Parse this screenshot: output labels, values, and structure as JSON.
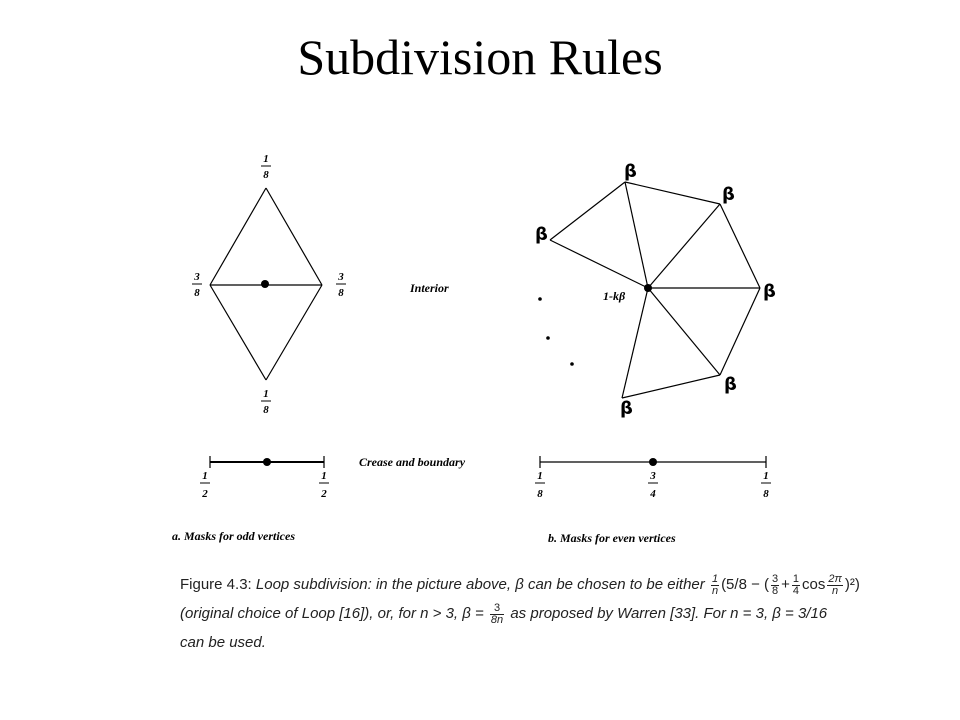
{
  "title": "Subdivision Rules",
  "labels": {
    "interior": "Interior",
    "crease": "Crease and boundary",
    "odd_caption": "a.  Masks for odd vertices",
    "even_caption": "b.  Masks for even vertices"
  },
  "odd_mask": {
    "top": {
      "num": "1",
      "den": "8"
    },
    "bottom": {
      "num": "1",
      "den": "8"
    },
    "left": {
      "num": "3",
      "den": "8"
    },
    "right": {
      "num": "3",
      "den": "8"
    },
    "crease_left": {
      "num": "1",
      "den": "2"
    },
    "crease_right": {
      "num": "1",
      "den": "2"
    }
  },
  "even_mask": {
    "beta": "β",
    "center": "1-kβ",
    "crease_left": {
      "num": "1",
      "den": "8"
    },
    "crease_mid": {
      "num": "3",
      "den": "4"
    },
    "crease_right": {
      "num": "1",
      "den": "8"
    }
  },
  "caption": {
    "prefix": "Figure 4.3:",
    "part1": "Loop subdivision:  in the picture above, β can be chosen to be either",
    "formula1_frac_num": "1",
    "formula1_frac_den": "n",
    "formula1_mid": "(5/8 − (",
    "f_a_num": "3",
    "f_a_den": "8",
    "plus": "+",
    "f_b_num": "1",
    "f_b_den": "4",
    "cos": "cos",
    "f_c_num": "2π",
    "f_c_den": "n",
    "formula1_end": ")²)",
    "part2": "(original choice of Loop [16]), or, for n > 3, β =",
    "f_d_num": "3",
    "f_d_den": "8n",
    "part3": "as proposed by Warren [33].  For n = 3, β = 3/16",
    "part4": "can be used."
  }
}
